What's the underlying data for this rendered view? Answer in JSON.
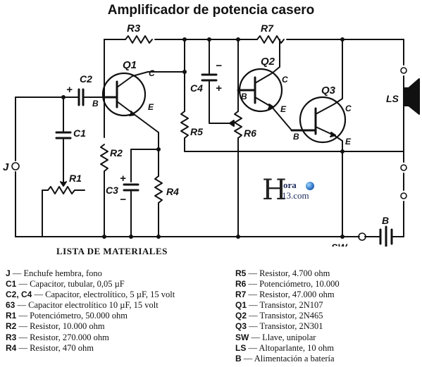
{
  "title": "Amplificador de potencia casero",
  "schematic": {
    "labels": {
      "r3": "R3",
      "r7": "R7",
      "q1": "Q1",
      "q2": "Q2",
      "q3": "Q3",
      "c2": "C2",
      "c4": "C4",
      "c1": "C1",
      "c3": "C3",
      "r1": "R1",
      "r2": "R2",
      "r4": "R4",
      "r5": "R5",
      "r6": "R6",
      "j": "J",
      "ls": "LS",
      "sw": "SW",
      "b": "B",
      "base": "B",
      "collector": "C",
      "emitter": "E",
      "plus": "+",
      "minus": "−"
    }
  },
  "watermark": {
    "line1": "ora",
    "line2": "13.com",
    "glyph": "H"
  },
  "materials": {
    "heading": "LISTA DE MATERIALES",
    "left": [
      {
        "code": "J",
        "desc": "— Enchufe hembra, fono"
      },
      {
        "code": "C1",
        "desc": "— Capacitor, tubular, 0,05 µF"
      },
      {
        "code": "C2, C4",
        "desc": "— Capacitor, electrolítico, 5 µF, 15 volt"
      },
      {
        "code": "63",
        "desc": "— Capacitor electrolítico 10 µF, 15 volt"
      },
      {
        "code": "R1",
        "desc": "— Potenciómetro, 50.000 ohm"
      },
      {
        "code": "R2",
        "desc": "— Resistor, 10.000 ohm"
      },
      {
        "code": "R3",
        "desc": "— Resistor, 270.000 ohm"
      },
      {
        "code": "R4",
        "desc": "— Resistor, 470 ohm"
      }
    ],
    "right": [
      {
        "code": "R5",
        "desc": "— Resistor, 4.700 ohm"
      },
      {
        "code": "R6",
        "desc": "— Potenciómetro, 10.000"
      },
      {
        "code": "R7",
        "desc": "— Resistor, 47.000 ohm"
      },
      {
        "code": "Q1",
        "desc": "— Transistor, 2N107"
      },
      {
        "code": "Q2",
        "desc": "— Transistor, 2N465"
      },
      {
        "code": "Q3",
        "desc": "— Transistor, 2N301"
      },
      {
        "code": "SW",
        "desc": "— Llave, unipolar"
      },
      {
        "code": "LS",
        "desc": "— Altoparlante, 10 ohm"
      },
      {
        "code": "B",
        "desc": "— Alimentación a batería"
      }
    ]
  }
}
